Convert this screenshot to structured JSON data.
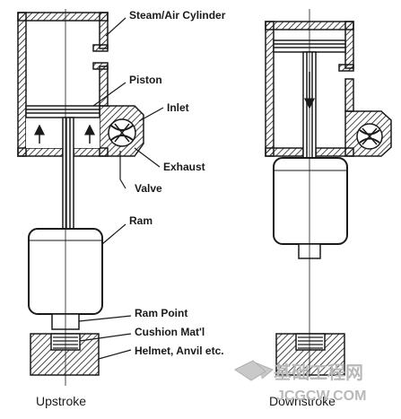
{
  "labels": {
    "cylinder": "Steam/Air Cylinder",
    "piston": "Piston",
    "inlet": "Inlet",
    "exhaust": "Exhaust",
    "valve": "Valve",
    "ram": "Ram",
    "ram_point": "Ram Point",
    "cushion": "Cushion Mat'l",
    "helmet": "Helmet, Anvil etc."
  },
  "captions": {
    "upstroke": "Upstroke",
    "downstroke": "Downstroke"
  },
  "watermark": {
    "chinese": "基础工程网",
    "domain": "JCGCW.COM"
  },
  "colors": {
    "line": "#1a1a1a",
    "hatch": "#1a1a1a",
    "watermark": "#b9b9b9"
  }
}
